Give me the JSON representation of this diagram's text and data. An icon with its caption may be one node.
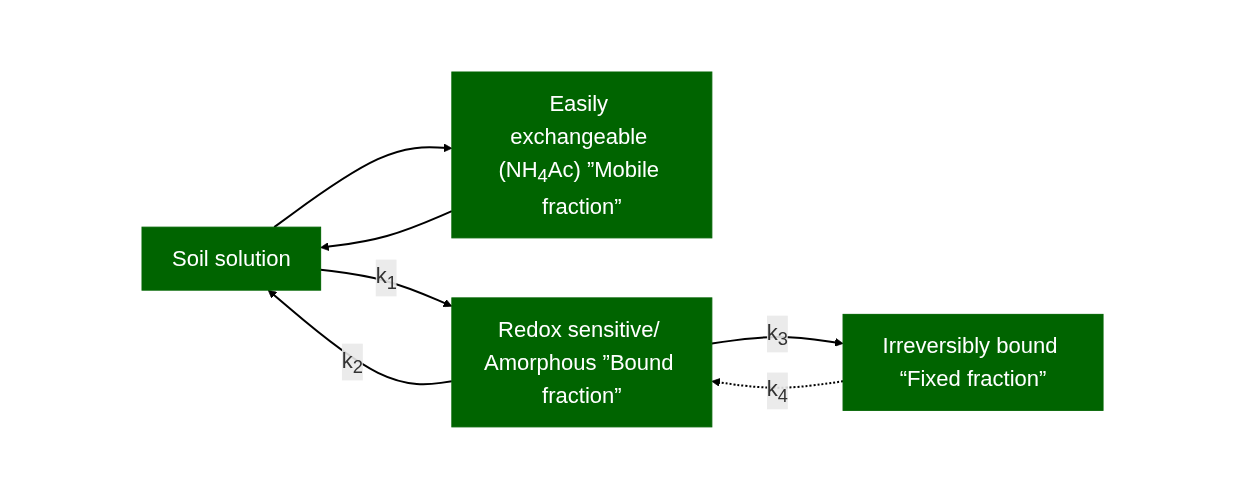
{
  "diagram": {
    "nodes": [
      {
        "text": [
          "Soil solution"
        ]
      },
      {
        "text": [
          "Easily exchangeable (NH$_{4}$Ac) ”Mobile fraction”"
        ]
      },
      {
        "text": [
          "Redox sensitive/ Amorphous ”Bound fraction”"
        ]
      },
      {
        "text": [
          "Irreversibly bound “Fixed fraction”"
        ]
      }
    ],
    "edges": [
      {
        "from": 0,
        "to": 2,
        "arrow": "to",
        "label": "k$_{1}$"
      },
      {
        "from": 2,
        "to": 0,
        "arrow": "to",
        "label": "k$_{2}$"
      },
      {
        "from": 0,
        "to": 1,
        "arrow": "to"
      },
      {
        "from": 1,
        "to": 0,
        "arrow": "to"
      },
      {
        "from": 2,
        "to": 3,
        "arrow": "to",
        "label": "k$_{3}$"
      },
      {
        "from": 3,
        "to": 2,
        "arrow": "to",
        "label": "k$_{4}$",
        "style": "dashed"
      }
    ]
  }
}
